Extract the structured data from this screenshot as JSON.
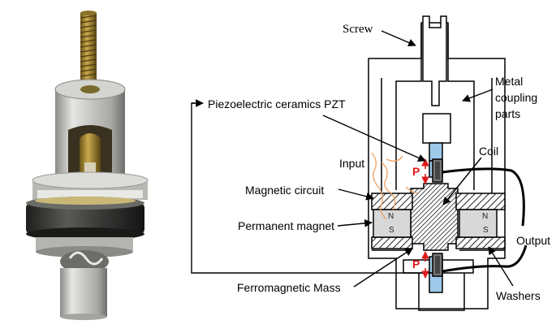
{
  "labels": {
    "screw": "Screw",
    "metal_coupling": "Metal\ncoupling\nparts",
    "piezo": "Piezoelectric ceramics PZT",
    "coil": "Coil",
    "input": "Input",
    "magnetic_circuit": "Magnetic circuit",
    "permanent_magnet": "Permanent magnet",
    "output": "Output",
    "ferromagnetic_mass": "Ferromagnetic Mass",
    "washers": "Washers",
    "p_top": "P",
    "p_bottom": "P",
    "n_left": "N",
    "s_left": "S",
    "n_right": "N",
    "s_right": "S"
  },
  "colors": {
    "piezo": "#9ec9e8",
    "force_arrow": "#e0191b",
    "input_wire": "#f0a060",
    "outline": "#000000"
  }
}
